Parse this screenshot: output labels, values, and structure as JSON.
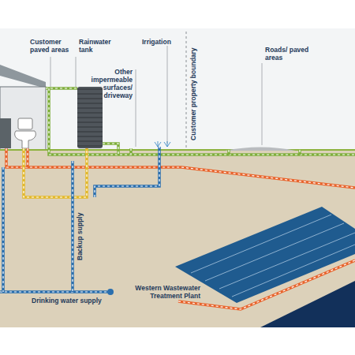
{
  "diagram": {
    "labels": [
      "Customer paved areas",
      "Rainwater tank",
      "Irrigation",
      "Other impermeable surfaces/ driveway",
      "Customer property boundary",
      "Roads/ paved areas",
      "Backup supply",
      "Drinking water supply",
      "Western Wastewater Treatment Plant"
    ]
  }
}
